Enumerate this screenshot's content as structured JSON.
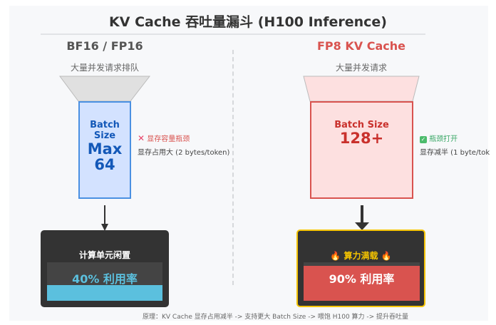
{
  "title": "KV Cache 吞吐量漏斗 (H100 Inference)",
  "left": {
    "heading": "BF16 / FP16",
    "subtitle": "大量并发请求排队",
    "batch_label": "Batch Size",
    "batch_value": "Max 64",
    "status_icon": "x-icon",
    "status_text": "显存容量瓶颈",
    "note": "显存占用大 (2 bytes/token)",
    "compute_title": "计算单元闲置",
    "utilization_label": "40% 利用率",
    "utilization": 40,
    "color": "#4a90e2"
  },
  "right": {
    "heading": "FP8 KV Cache",
    "subtitle": "大量并发请求",
    "batch_label": "Batch Size",
    "batch_value": "128+",
    "status_icon": "check-icon",
    "status_text": "瓶颈打开",
    "note": "显存减半 (1 byte/tok",
    "compute_title": "算力满载",
    "fire_icon": "🔥",
    "utilization_label": "90% 利用率",
    "utilization": 90,
    "color": "#d9534f"
  },
  "footer": "原理：KV Cache 显存占用减半 -> 支持更大 Batch Size -> 喂饱 H100 算力 -> 提升吞吐量"
}
